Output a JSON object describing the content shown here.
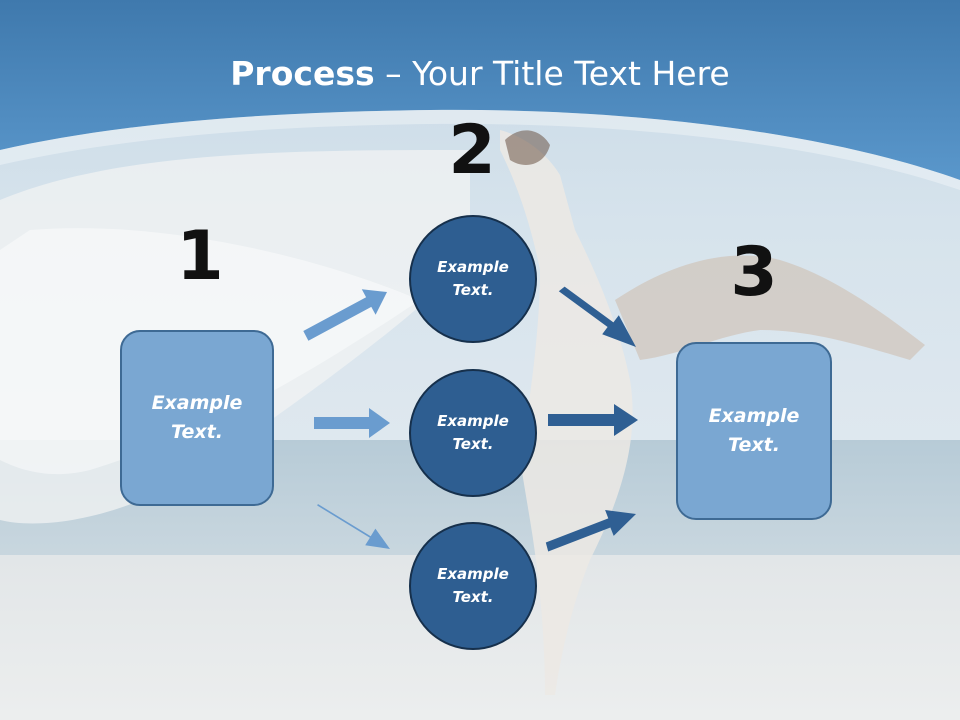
{
  "title": {
    "bold": "Process",
    "rest": " – Your Title Text Here"
  },
  "steps": [
    {
      "number": "1",
      "label": "Example\nText."
    },
    {
      "number": "2",
      "nodes": [
        "Example\nText.",
        "Example\nText.",
        "Example\nText."
      ]
    },
    {
      "number": "3",
      "label": "Example\nText."
    }
  ],
  "colors": {
    "header_blue": "#4a88c0",
    "box_fill": "#7aa7d2",
    "circle_fill": "#2e5e91",
    "arrow_light": "#6a9ccf",
    "arrow_dark": "#2f5f93"
  }
}
